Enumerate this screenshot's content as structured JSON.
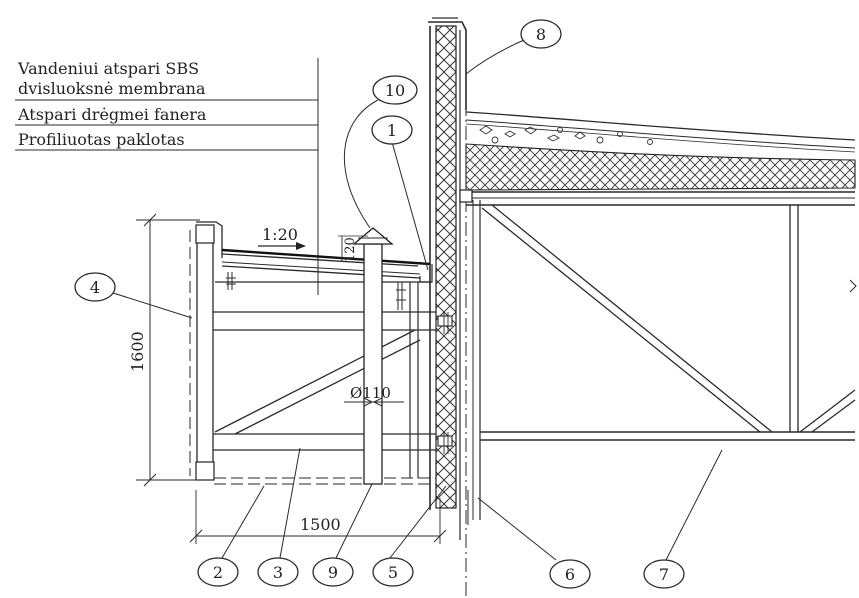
{
  "notes": [
    {
      "text": "Vandeniui atspari SBS"
    },
    {
      "text": "dvisluoksnė membrana"
    },
    {
      "text": "Atspari drėgmei fanera"
    },
    {
      "text": "Profiliuotas paklotas"
    }
  ],
  "dimensions": {
    "slope": "1:20",
    "height": "1600",
    "width": "1500",
    "vent_offset": "120",
    "pipe_diameter": "Ø110"
  },
  "callouts": [
    {
      "label": "8"
    },
    {
      "label": "10"
    },
    {
      "label": "1"
    },
    {
      "label": "4"
    },
    {
      "label": "2"
    },
    {
      "label": "3"
    },
    {
      "label": "9"
    },
    {
      "label": "5"
    },
    {
      "label": "6"
    },
    {
      "label": "7"
    }
  ]
}
